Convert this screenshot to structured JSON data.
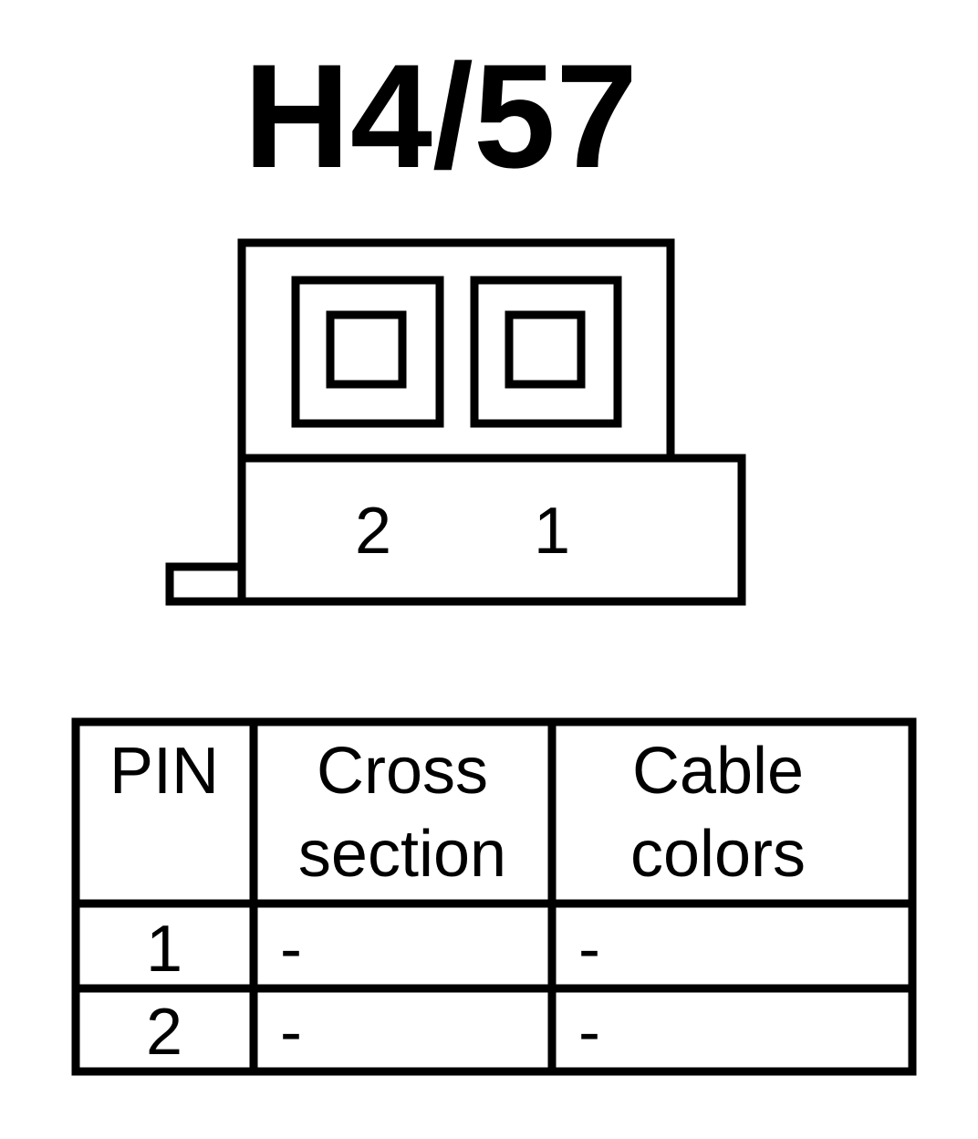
{
  "title": "H4/57",
  "connector": {
    "pin_labels": [
      "2",
      "1"
    ]
  },
  "table": {
    "headers": {
      "pin": "PIN",
      "cross_section_line1": "Cross",
      "cross_section_line2": "section",
      "cable_colors_line1": "Cable",
      "cable_colors_line2": "colors"
    },
    "rows": [
      {
        "pin": "1",
        "cross_section": "-",
        "cable_colors": "-"
      },
      {
        "pin": "2",
        "cross_section": "-",
        "cable_colors": "-"
      }
    ]
  }
}
